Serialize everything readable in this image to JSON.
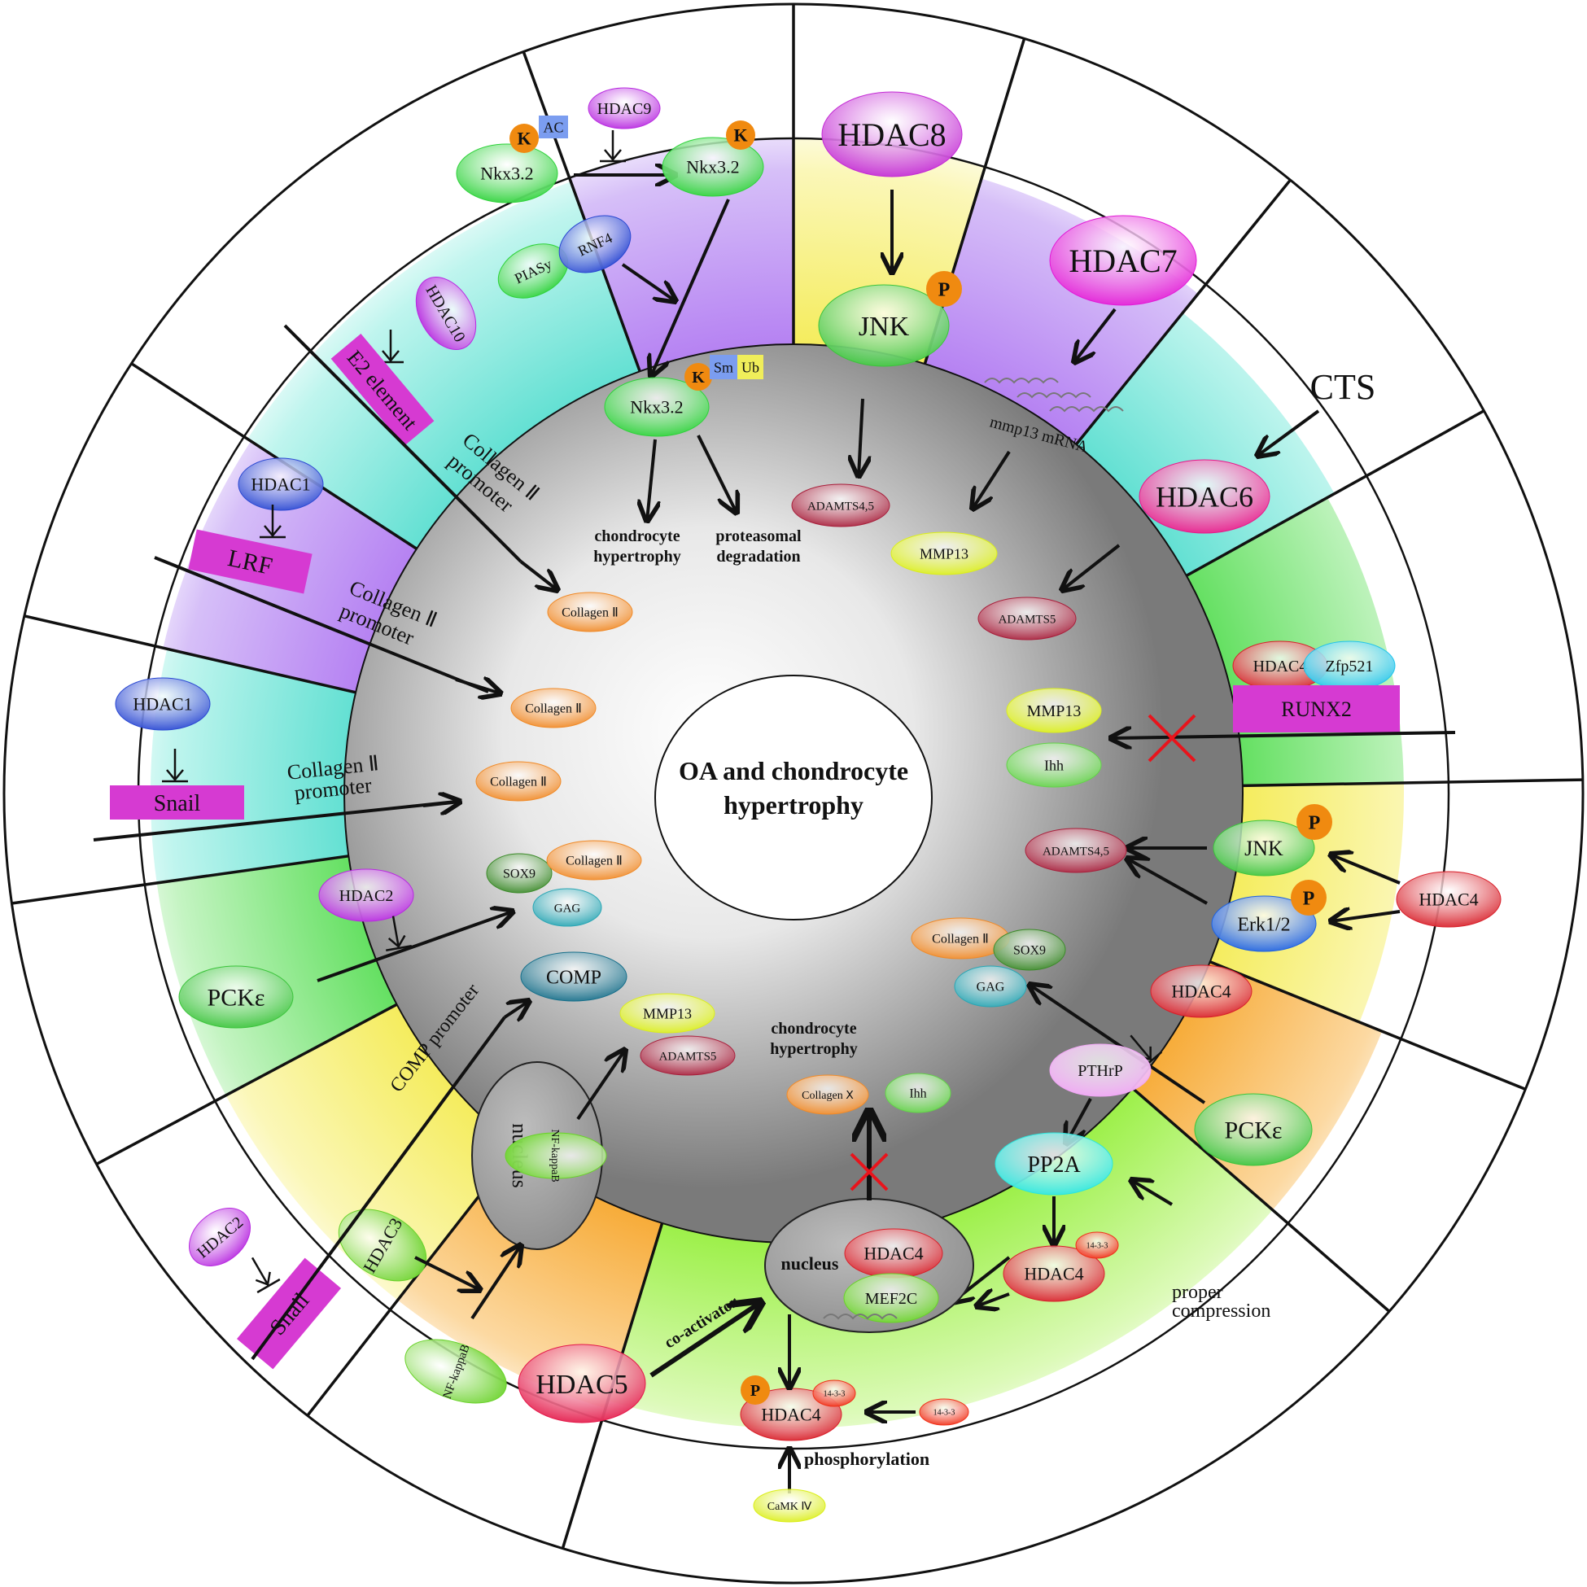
{
  "center": {
    "line1": "OA and chondrocyte",
    "line2": "hypertrophy"
  },
  "colors": {
    "purple": "#a96af0",
    "cyan": "#5fe3d6",
    "yellow": "#f7f05a",
    "green": "#56e052",
    "orange": "#f7a21e",
    "lime": "#8ef02c",
    "ring": "#9a9a9a",
    "hdac_magenta": "#d22bd8",
    "hdac_blue": "#2b4fd6",
    "hdac_red": "#d8202a",
    "hdac_green": "#3cc43c",
    "box_magenta": "#d63ad2"
  },
  "sectors": {
    "s1": {
      "hdac": "HDAC9",
      "k": "K",
      "ac": "AC",
      "nkx_a": "Nkx3.2",
      "nkx_b": "Nkx3.2",
      "nkx_c": "Nkx3.2",
      "piasy": "PIASy",
      "rnf4": "RNF4",
      "sm": "Sm",
      "ub": "Ub",
      "out1": "chondrocyte",
      "out1b": "hypertrophy",
      "out2": "proteasomal",
      "out2b": "degradation"
    },
    "s2": {
      "hdac": "HDAC8",
      "p": "P",
      "jnk": "JNK",
      "target": "ADAMTS4,5"
    },
    "s3": {
      "hdac": "HDAC7",
      "mrna": "mmp13 mRNA",
      "target": "MMP13"
    },
    "s4": {
      "cts": "CTS",
      "hdac": "HDAC6",
      "target": "ADAMTS5"
    },
    "s5": {
      "hdac": "HDAC4",
      "zfp": "Zfp521",
      "box": "RUNX2",
      "t1": "MMP13",
      "t2": "Ihh"
    },
    "s6": {
      "p1": "P",
      "p2": "P",
      "jnk": "JNK",
      "erk": "Erk1/2",
      "hdac": "HDAC4",
      "target": "ADAMTS4,5"
    },
    "s7": {
      "hdac": "HDAC4",
      "pck": "PCKε",
      "t1": "Collagen Ⅱ",
      "t2": "SOX9",
      "t3": "GAG"
    },
    "s8": {
      "pthrp": "PTHrP",
      "pp2a": "PP2A",
      "comp1": "proper",
      "comp2": "compression",
      "hdac4a": "HDAC4",
      "f1433a": "14-3-3",
      "f1433b": "14-3-3",
      "f1433c": "14-3-3",
      "hdac4b": "HDAC4",
      "p": "P",
      "camk": "CaMK Ⅳ",
      "phos": "phosphorylation",
      "hdac5": "HDAC5",
      "coact": "co-activator",
      "nucleus": "nucleus",
      "hdac4c": "HDAC4",
      "mef2c": "MEF2C",
      "out1": "chondrocyte",
      "out1b": "hypertrophy",
      "t1": "Collagen Ⅹ",
      "t2": "Ihh"
    },
    "s9": {
      "hdac": "HDAC3",
      "nfkb_a": "NF-kappaB",
      "nucleus": "nucleus",
      "nfkb_b": "NF-kappaB",
      "t1": "MMP13",
      "t2": "ADAMTS5"
    },
    "s10": {
      "hdac": "HDAC2",
      "box": "Snail",
      "promoter": "COMP promoter",
      "target": "COMP"
    },
    "s11": {
      "hdac": "HDAC2",
      "pck": "PCKε",
      "t1": "SOX9",
      "t2": "Collagen Ⅱ",
      "t3": "GAG"
    },
    "s12": {
      "hdac": "HDAC1",
      "box": "Snail",
      "prom1": "Collagen Ⅱ",
      "prom2": "promoter",
      "target": "Collagen Ⅱ"
    },
    "s13": {
      "hdac": "HDAC1",
      "box": "LRF",
      "prom1": "Collagen Ⅱ",
      "prom2": "promoter",
      "target": "Collagen Ⅱ"
    },
    "s14": {
      "hdac": "HDAC10",
      "box": "E2 element",
      "prom1": "Collagen Ⅱ",
      "prom2": "promoter",
      "target": "Collagen Ⅱ"
    }
  }
}
